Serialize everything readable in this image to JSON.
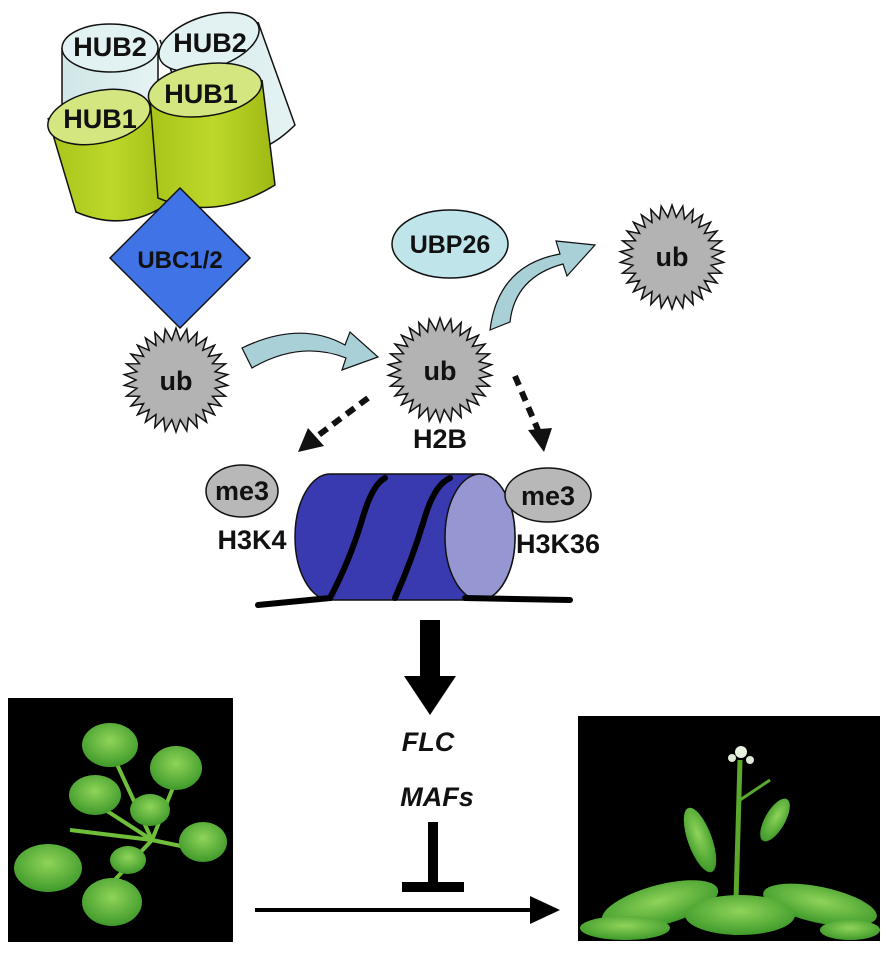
{
  "labels": {
    "hub2_left": "HUB2",
    "hub2_right": "HUB2",
    "hub1_left": "HUB1",
    "hub1_right": "HUB1",
    "ubc": "UBC1/2",
    "ubp26": "UBP26",
    "ub_free": "ub",
    "ub_bound": "ub",
    "ub_released": "ub",
    "h2b": "H2B",
    "me3_left": "me3",
    "me3_right": "me3",
    "h3k4": "H3K4",
    "h3k36": "H3K36",
    "flc": "FLC",
    "mafs": "MAFs"
  },
  "colors": {
    "hub2": "#d8ecec",
    "hub1": "#b5cf1f",
    "ubc": "#3f73e6",
    "ub": "#b3b3b3",
    "ubp26": "#bfe4ea",
    "arrow": "#a9d0d6",
    "nucleosome": "#3a3ab0",
    "nucleosome_face": "#9696d2",
    "me3": "#b8b8b8"
  }
}
